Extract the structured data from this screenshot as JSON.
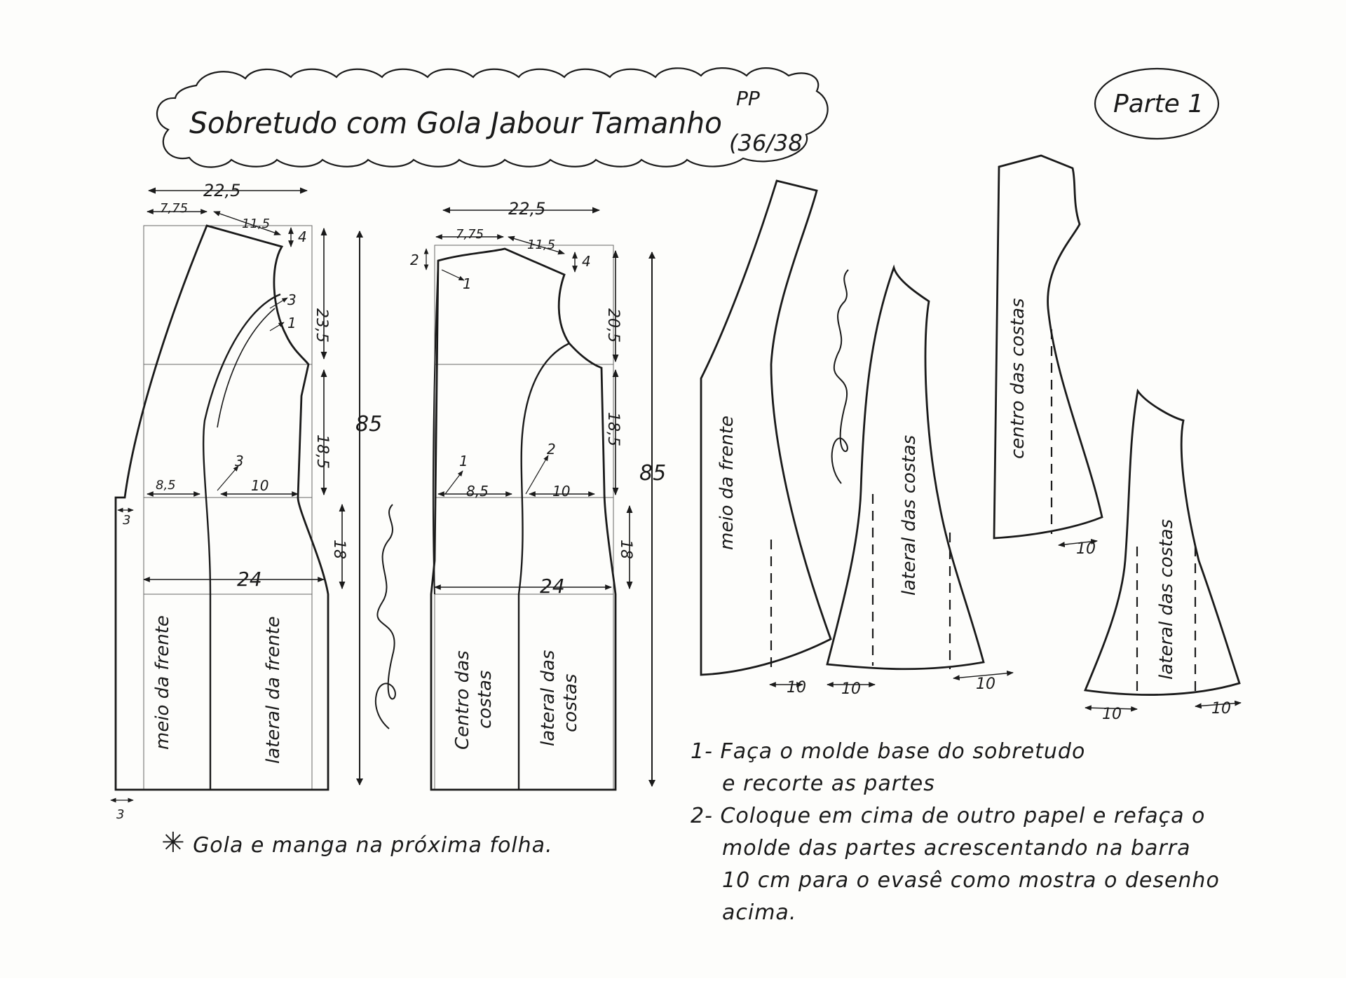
{
  "header": {
    "title": "Sobretudo com Gola Jabour Tamanho",
    "size": "PP",
    "size_numbers": "(36/38",
    "part_label": "Parte 1"
  },
  "front": {
    "top_width": "22,5",
    "neck_width": "7,75",
    "shoulder": "11,5",
    "shoulder_drop": "4",
    "armhole_depth": "23,5",
    "mark_3": "3",
    "mark_1": "1",
    "waist_depth": "18,5",
    "total_length": "85",
    "hem_ext": "3",
    "waist_center": "8,5",
    "waist_side": "10",
    "hip_depth": "18",
    "hip_width": "24",
    "panel_center": "meio da frente",
    "panel_side": "lateral da frente"
  },
  "back": {
    "top_width": "22,5",
    "neck_width": "7,75",
    "shoulder": "11,5",
    "neck_rise": "2",
    "shoulder_drop": "4",
    "mark_1": "1",
    "mark_2": "2",
    "armhole_depth": "20,5",
    "waist_depth": "18,5",
    "total_length": "85",
    "waist_center": "8,5",
    "waist_side": "10",
    "hip_depth": "18",
    "hip_width": "24",
    "panel_center_1": "Centro das",
    "panel_center_2": "costas",
    "panel_side_1": "lateral das",
    "panel_side_2": "costas"
  },
  "pieces": {
    "front_center": "meio da frente",
    "side_back": "lateral das costas",
    "center_back": "centro das costas",
    "side_back_2": "lateral das costas",
    "flare": "10"
  },
  "footnote": "Gola e manga na próxima folha.",
  "instructions": [
    "1- Faça o molde base do sobretudo",
    "e recorte as partes",
    "2- Coloque em cima de outro papel e refaça o",
    "molde das partes acrescentando na barra",
    "10 cm para o evasê como mostra o desenho",
    "acima."
  ],
  "colors": {
    "ink": "#1a1a1a",
    "paper": "#fdfdfb",
    "guide": "#555555"
  }
}
